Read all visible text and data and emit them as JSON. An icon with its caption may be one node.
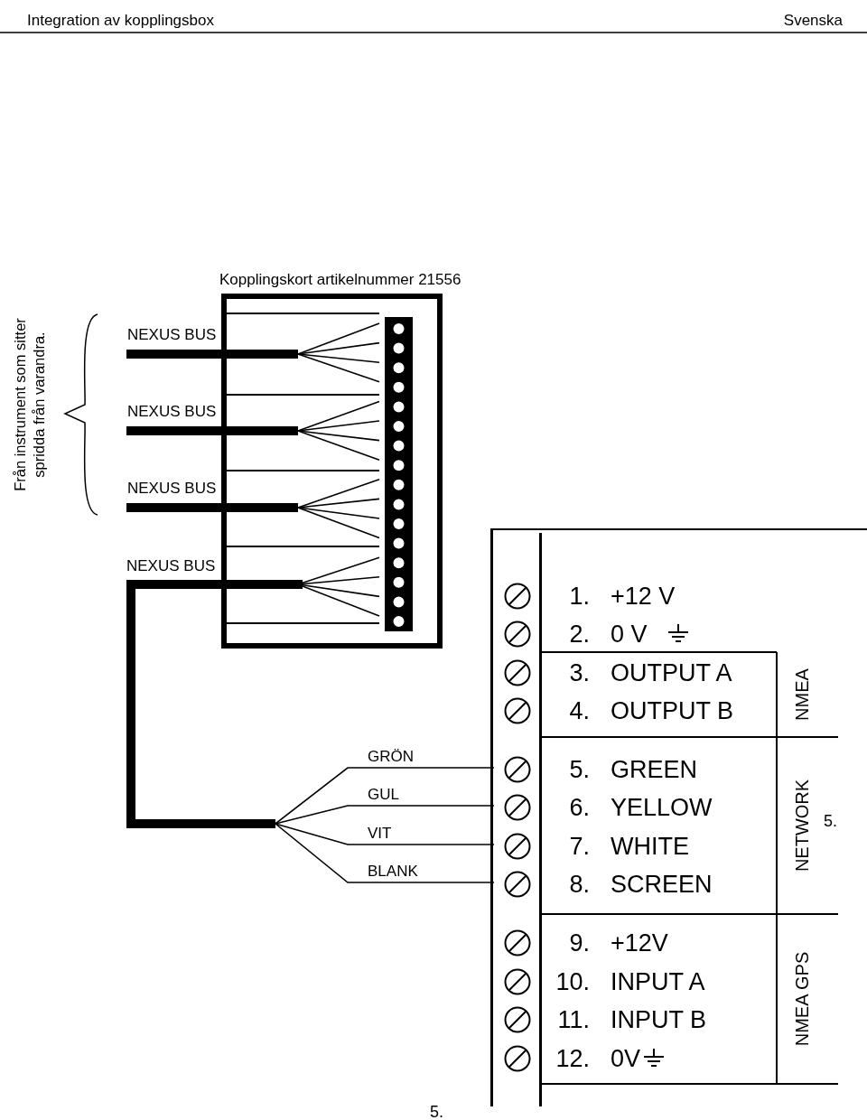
{
  "diagram": {
    "nodes": [
      {
        "text": [
          "Kopplingskort artikelnummer 21556"
        ]
      },
      {
        "text": [],
        "shape": "bar",
        "in": 0
      },
      {
        "text": [],
        "shape": "box"
      },
      {
        "text": [
          "1.",
          "+12 V"
        ],
        "in": 2
      },
      {
        "text": [
          "2.",
          "0 V"
        ],
        "in": 2
      },
      {
        "text": [
          "NMEA"
        ],
        "in": 2
      },
      {
        "text": [
          "3.",
          "OUTPUT A"
        ],
        "in": 5
      },
      {
        "text": [
          "4.",
          "OUTPUT B"
        ],
        "in": 5
      },
      {
        "text": [
          "NETWORK"
        ],
        "in": 2
      },
      {
        "text": [
          "5.",
          "GREEN"
        ],
        "in": 8
      },
      {
        "text": [
          "6.",
          "YELLOW"
        ],
        "in": 8
      },
      {
        "text": [
          "7.",
          "WHITE"
        ],
        "in": 8
      },
      {
        "text": [
          "8.",
          "SCREEN"
        ],
        "in": 8
      },
      {
        "text": [
          "NMEA GPS"
        ],
        "in": 2
      },
      {
        "text": [
          "9.",
          "+12V"
        ],
        "in": 13
      },
      {
        "text": [
          "10.",
          "INPUT A"
        ],
        "in": 13
      },
      {
        "text": [
          "11.",
          "INPUT B"
        ],
        "in": 13
      },
      {
        "text": [
          "12.",
          "0V"
        ],
        "in": 13
      }
    ],
    "edges": [
      {
        "from": null,
        "to": 1,
        "arrow": "none",
        "label": "NEXUS BUS"
      },
      {
        "from": null,
        "to": 1,
        "arrow": "none",
        "label": "NEXUS BUS"
      },
      {
        "from": null,
        "to": 1,
        "arrow": "none",
        "label": "NEXUS BUS"
      },
      {
        "from": 1,
        "to": 9,
        "arrow": "none",
        "label": "GRÖN"
      },
      {
        "from": 1,
        "to": 10,
        "arrow": "none",
        "label": "GUL"
      },
      {
        "from": 1,
        "to": 11,
        "arrow": "none",
        "label": "VIT"
      },
      {
        "from": 1,
        "to": 12,
        "arrow": "none",
        "label": "BLANK"
      }
    ],
    "labels": [
      "Integration av kopplingsbox",
      "Svenska",
      "Från instrument som sitter spridda från varandra.",
      "NEXUS BUS",
      "5.",
      "5."
    ]
  }
}
